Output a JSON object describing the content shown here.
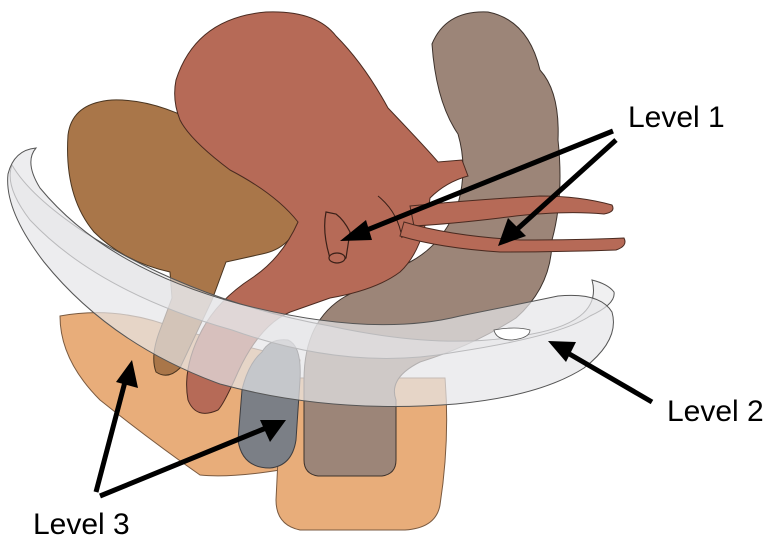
{
  "labels": {
    "level1": "Level 1",
    "level2": "Level 2",
    "level3": "Level 3"
  },
  "colors": {
    "bladder": "#A97649",
    "uterus": "#B66A57",
    "rectum": "#9C8578",
    "pelvic_floor": "#E8AD7A",
    "vagina_lower": "#7B7F86",
    "levator_plate": "#E6E6E8",
    "arrow": "#000000"
  }
}
